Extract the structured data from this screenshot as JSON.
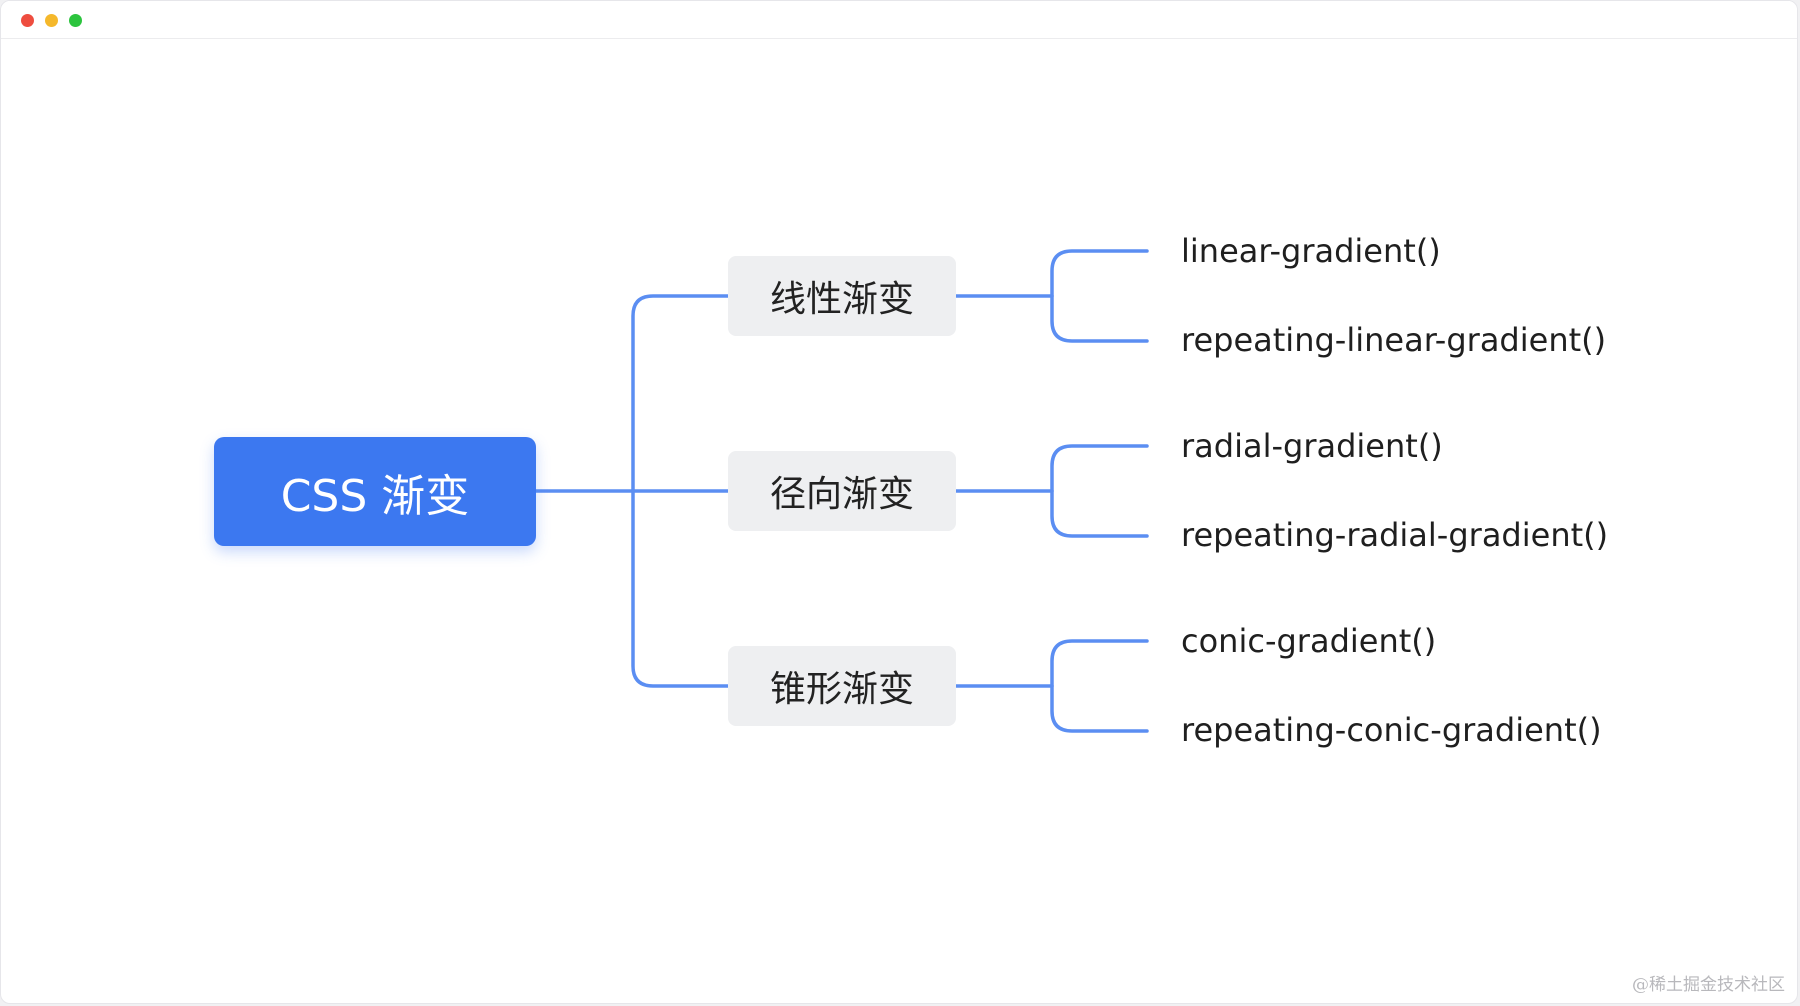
{
  "colors": {
    "accent": "#3c78f0",
    "connector": "#5b8ef2",
    "branch_bg": "#eeeff1",
    "traffic_red": "#ee4d3f",
    "traffic_yellow": "#f5b82b",
    "traffic_green": "#2cc43e"
  },
  "window": {
    "controls": [
      "close",
      "minimize",
      "zoom"
    ]
  },
  "mindmap": {
    "root": "CSS 渐变",
    "branches": [
      {
        "label": "线性渐变",
        "leaves": [
          "linear-gradient()",
          "repeating-linear-gradient()"
        ]
      },
      {
        "label": "径向渐变",
        "leaves": [
          "radial-gradient()",
          "repeating-radial-gradient()"
        ]
      },
      {
        "label": "锥形渐变",
        "leaves": [
          "conic-gradient()",
          "repeating-conic-gradient()"
        ]
      }
    ]
  },
  "watermark": "@稀土掘金技术社区"
}
